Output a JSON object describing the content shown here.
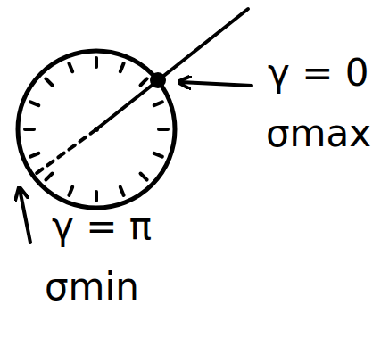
{
  "diagram": {
    "labels": [
      "γ = 0",
      "σmax",
      "γ = π",
      "σmin"
    ]
  }
}
